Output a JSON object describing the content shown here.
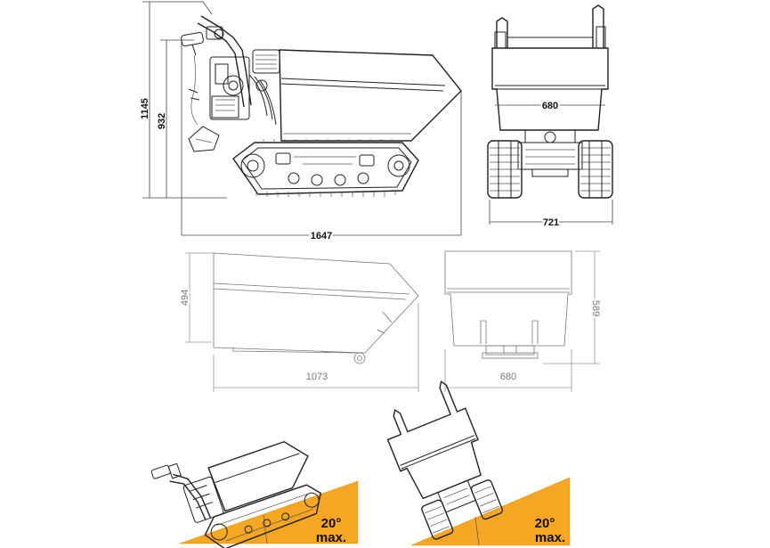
{
  "colors": {
    "background": "#ffffff",
    "line": "#222222",
    "light_line": "#888888",
    "slope": "#f5a623"
  },
  "top_views": {
    "side": {
      "height_total": "1145",
      "height_handle": "932",
      "length": "1647"
    },
    "front": {
      "bucket_width": "680",
      "track_width": "721"
    }
  },
  "bucket_views": {
    "side": {
      "height": "494",
      "length": "1073"
    },
    "front": {
      "height": "589",
      "width": "680"
    }
  },
  "slopes": [
    {
      "angle": "20°",
      "label": "max."
    },
    {
      "angle": "20°",
      "label": "max."
    }
  ]
}
